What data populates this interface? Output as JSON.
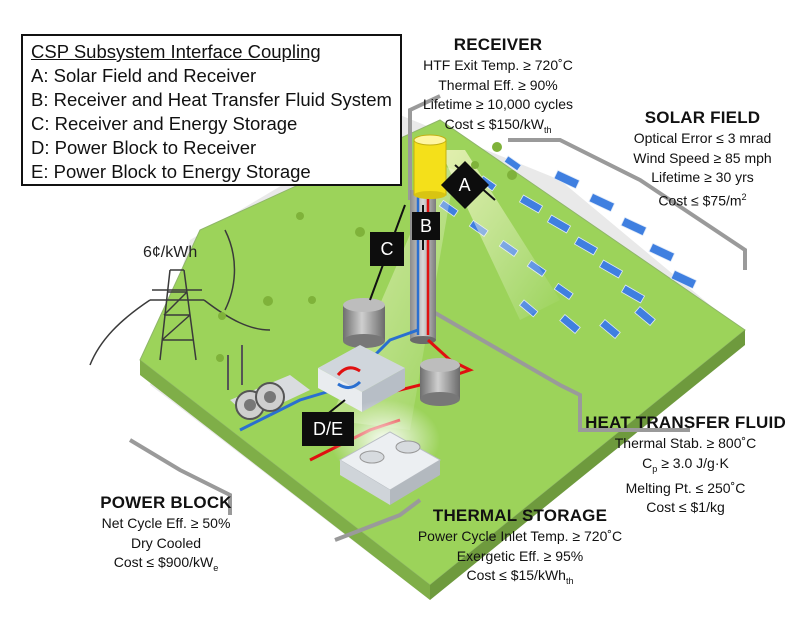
{
  "legend": {
    "title": "CSP Subsystem Interface Coupling",
    "items": [
      "A: Solar Field and Receiver",
      "B: Receiver and Heat Transfer Fluid System",
      "C: Receiver and Energy Storage",
      "D: Power Block to Receiver",
      "E: Power Block to Energy Storage"
    ]
  },
  "receiver": {
    "title": "RECEIVER",
    "lines": [
      "HTF Exit Temp. ≥ 720˚C",
      "Thermal Eff. ≥ 90%",
      "Lifetime ≥ 10,000 cycles"
    ],
    "cost_prefix": "Cost ≤ $150/kW",
    "cost_sub": "th"
  },
  "solar_field": {
    "title": "SOLAR FIELD",
    "lines": [
      "Optical Error ≤ 3 mrad",
      "Wind Speed ≥ 85 mph",
      "Lifetime ≥ 30 yrs"
    ],
    "cost_prefix": "Cost ≤ $75/m",
    "cost_sup": "2"
  },
  "htf": {
    "title": "HEAT TRANSFER FLUID",
    "line1": "Thermal Stab. ≥ 800˚C",
    "cp_prefix": "C",
    "cp_sub": "p",
    "cp_rest": " ≥ 3.0 J/g·K",
    "line3": "Melting Pt. ≤ 250˚C",
    "line4": "Cost ≤ $1/kg"
  },
  "power_block": {
    "title": "POWER BLOCK",
    "lines": [
      "Net Cycle Eff. ≥ 50%",
      "Dry Cooled"
    ],
    "cost_prefix": "Cost ≤ $900/kW",
    "cost_sub": "e"
  },
  "thermal_storage": {
    "title": "THERMAL STORAGE",
    "lines": [
      "Power Cycle Inlet Temp. ≥ 720˚C",
      "Exergetic Eff. ≥ 95%"
    ],
    "cost_prefix": "Cost ≤ $15/kWh",
    "cost_sub": "th"
  },
  "price_label": "6¢/kWh",
  "tags": {
    "a": "A",
    "b": "B",
    "c": "C",
    "de": "D/E"
  },
  "colors": {
    "ground": "#9cd35a",
    "ground_edge": "#8a9a7a",
    "hot_pipe": "#e01010",
    "cold_pipe": "#2a6fd0",
    "heliostat": "#3f7fe0",
    "receiver": "#f4e01a"
  }
}
